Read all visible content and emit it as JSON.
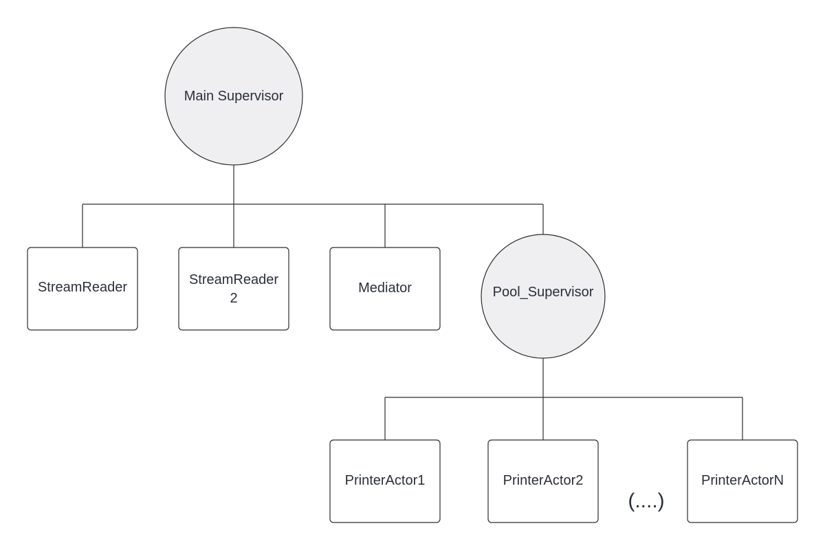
{
  "nodes": {
    "main_supervisor": "Main Supervisor",
    "stream_reader": "StreamReader",
    "stream_reader_2_line1": "StreamReader",
    "stream_reader_2_line2": "2",
    "mediator": "Mediator",
    "pool_supervisor": "Pool_Supervisor",
    "printer_actor_1": "PrinterActor1",
    "printer_actor_2": "PrinterActor2",
    "printer_actor_n": "PrinterActorN"
  },
  "ellipsis": "(....)",
  "colors": {
    "circle_fill": "#efeff1",
    "stroke": "#2d2d2d",
    "text": "#2a2f3a"
  }
}
